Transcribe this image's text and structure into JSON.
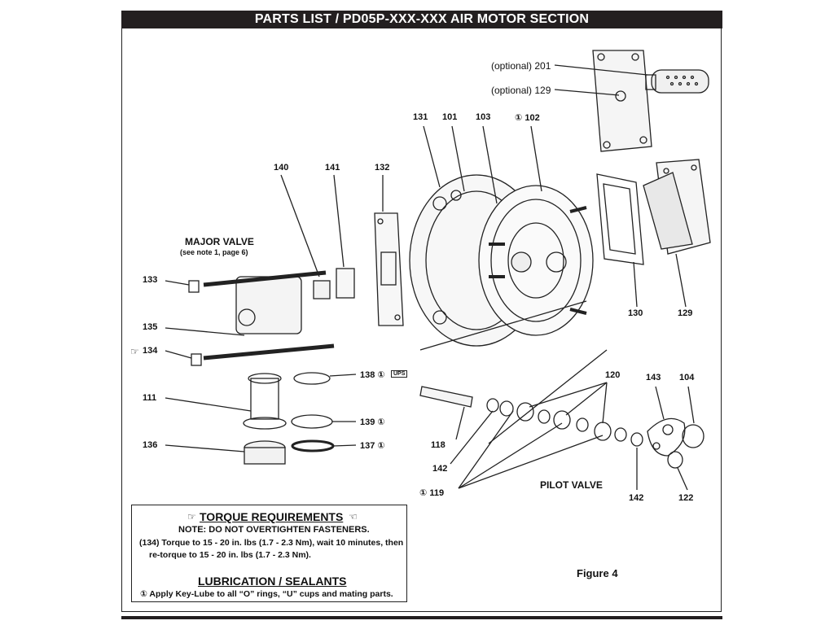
{
  "header": {
    "title": "PARTS LIST / PD05P-XXX-XXX AIR MOTOR SECTION"
  },
  "callouts": {
    "opt201": "(optional) 201",
    "opt129": "(optional) 129",
    "p131": "131",
    "p101": "101",
    "p103": "103",
    "p102": "① 102",
    "p140": "140",
    "p141": "141",
    "p132": "132",
    "major_valve": "MAJOR VALVE",
    "major_valve_note": "(see note 1, page 6)",
    "p133": "133",
    "p135": "135",
    "p134": "134",
    "p138": "138 ①",
    "p111": "111",
    "p139": "139 ①",
    "p136": "136",
    "p137": "137 ①",
    "p130": "130",
    "p129": "129",
    "p120": "120",
    "p143": "143",
    "p104": "104",
    "p118": "118",
    "p142a": "142",
    "p119": "① 119",
    "pilot_valve": "PILOT VALVE",
    "p142b": "142",
    "p122": "122",
    "ups": "UPS"
  },
  "notes": {
    "torque_title": "TORQUE REQUIREMENTS",
    "torque_note": "NOTE: DO NOT OVERTIGHTEN FASTENERS.",
    "torque_line1": "(134) Torque to 15 - 20 in. lbs (1.7 - 2.3 Nm), wait 10 minutes, then",
    "torque_line2": "re-torque to 15 - 20 in. lbs (1.7 - 2.3 Nm).",
    "lube_title": "LUBRICATION / SEALANTS",
    "lube_line": "①  Apply Key-Lube to all “O” rings, “U” cups and mating parts."
  },
  "figure_label": "Figure 4",
  "icons": {
    "hand": "pointing-hand-icon",
    "circled_one": "circled-1-icon"
  }
}
